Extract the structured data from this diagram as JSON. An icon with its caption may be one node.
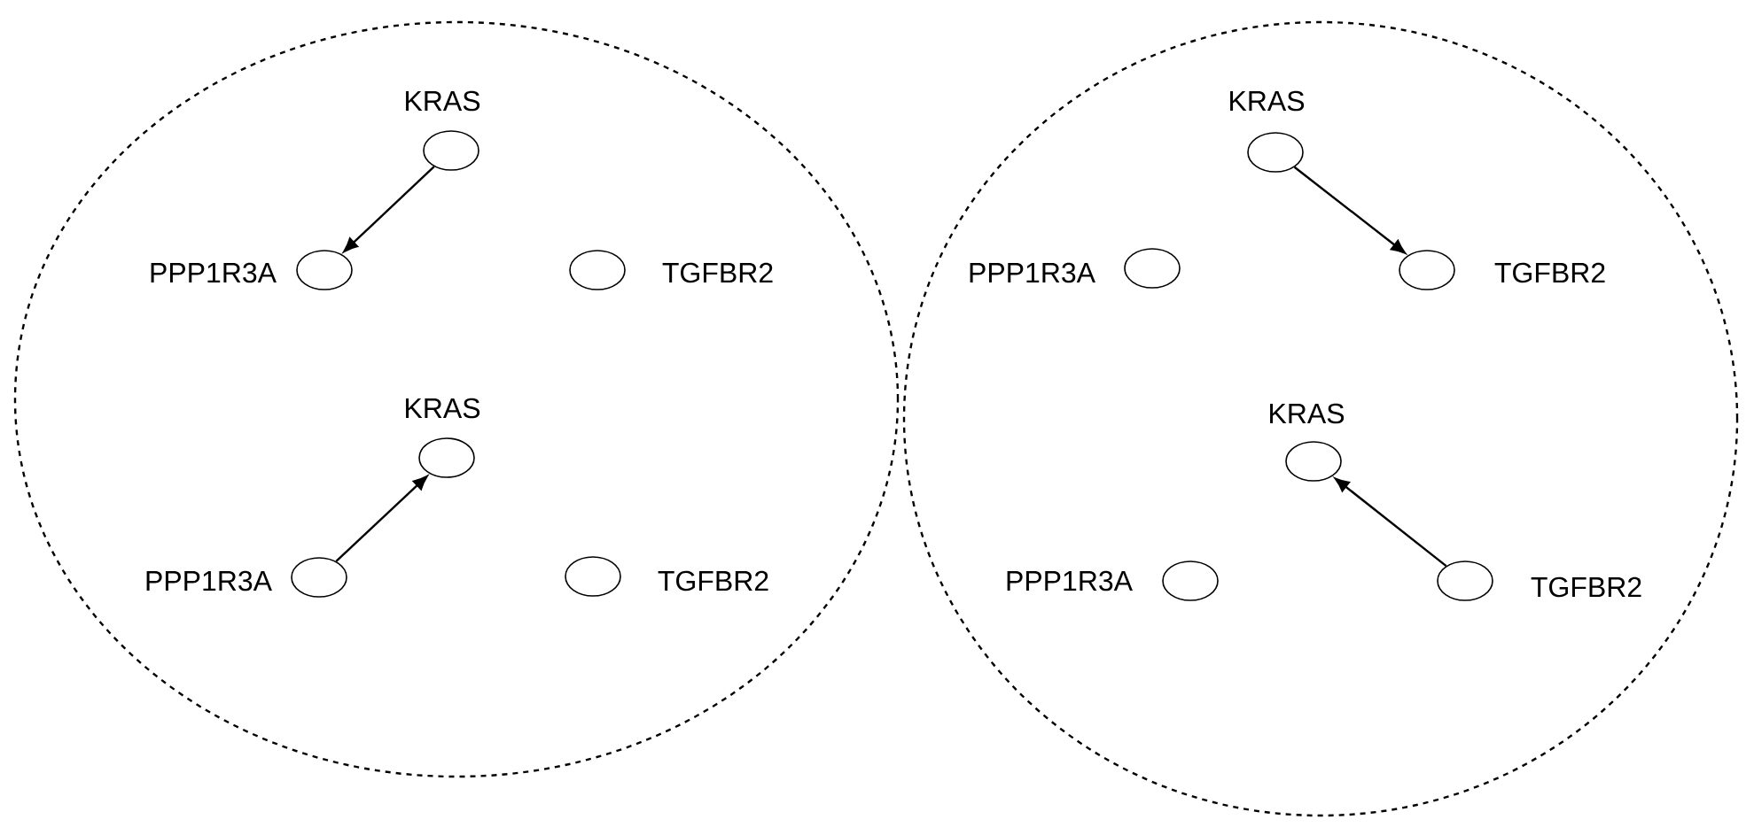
{
  "diagram": {
    "nodes": [
      {
        "text": [],
        "shape": "ellipse"
      },
      {
        "text": [
          "KRAS"
        ],
        "in": 0
      },
      {
        "text": [
          "PPP1R3A"
        ],
        "in": 0
      },
      {
        "text": [
          "TGFBR2"
        ],
        "in": 0
      },
      {
        "text": [
          "KRAS"
        ],
        "in": 0
      },
      {
        "text": [
          "PPP1R3A"
        ],
        "in": 0
      },
      {
        "text": [
          "TGFBR2"
        ],
        "in": 0
      },
      {
        "text": [],
        "shape": "ellipse"
      },
      {
        "text": [
          "KRAS"
        ],
        "in": 7
      },
      {
        "text": [
          "PPP1R3A"
        ],
        "in": 7
      },
      {
        "text": [
          "TGFBR2"
        ],
        "in": 7
      },
      {
        "text": [
          "KRAS"
        ],
        "in": 7
      },
      {
        "text": [
          "PPP1R3A"
        ],
        "in": 7
      },
      {
        "text": [
          "TGFBR2"
        ],
        "in": 7
      }
    ],
    "edges": [
      {
        "from": 1,
        "to": 2,
        "arrow": "to"
      },
      {
        "from": 5,
        "to": 4,
        "arrow": "to"
      },
      {
        "from": 8,
        "to": 10,
        "arrow": "to"
      },
      {
        "from": 13,
        "to": 11,
        "arrow": "to"
      }
    ]
  }
}
